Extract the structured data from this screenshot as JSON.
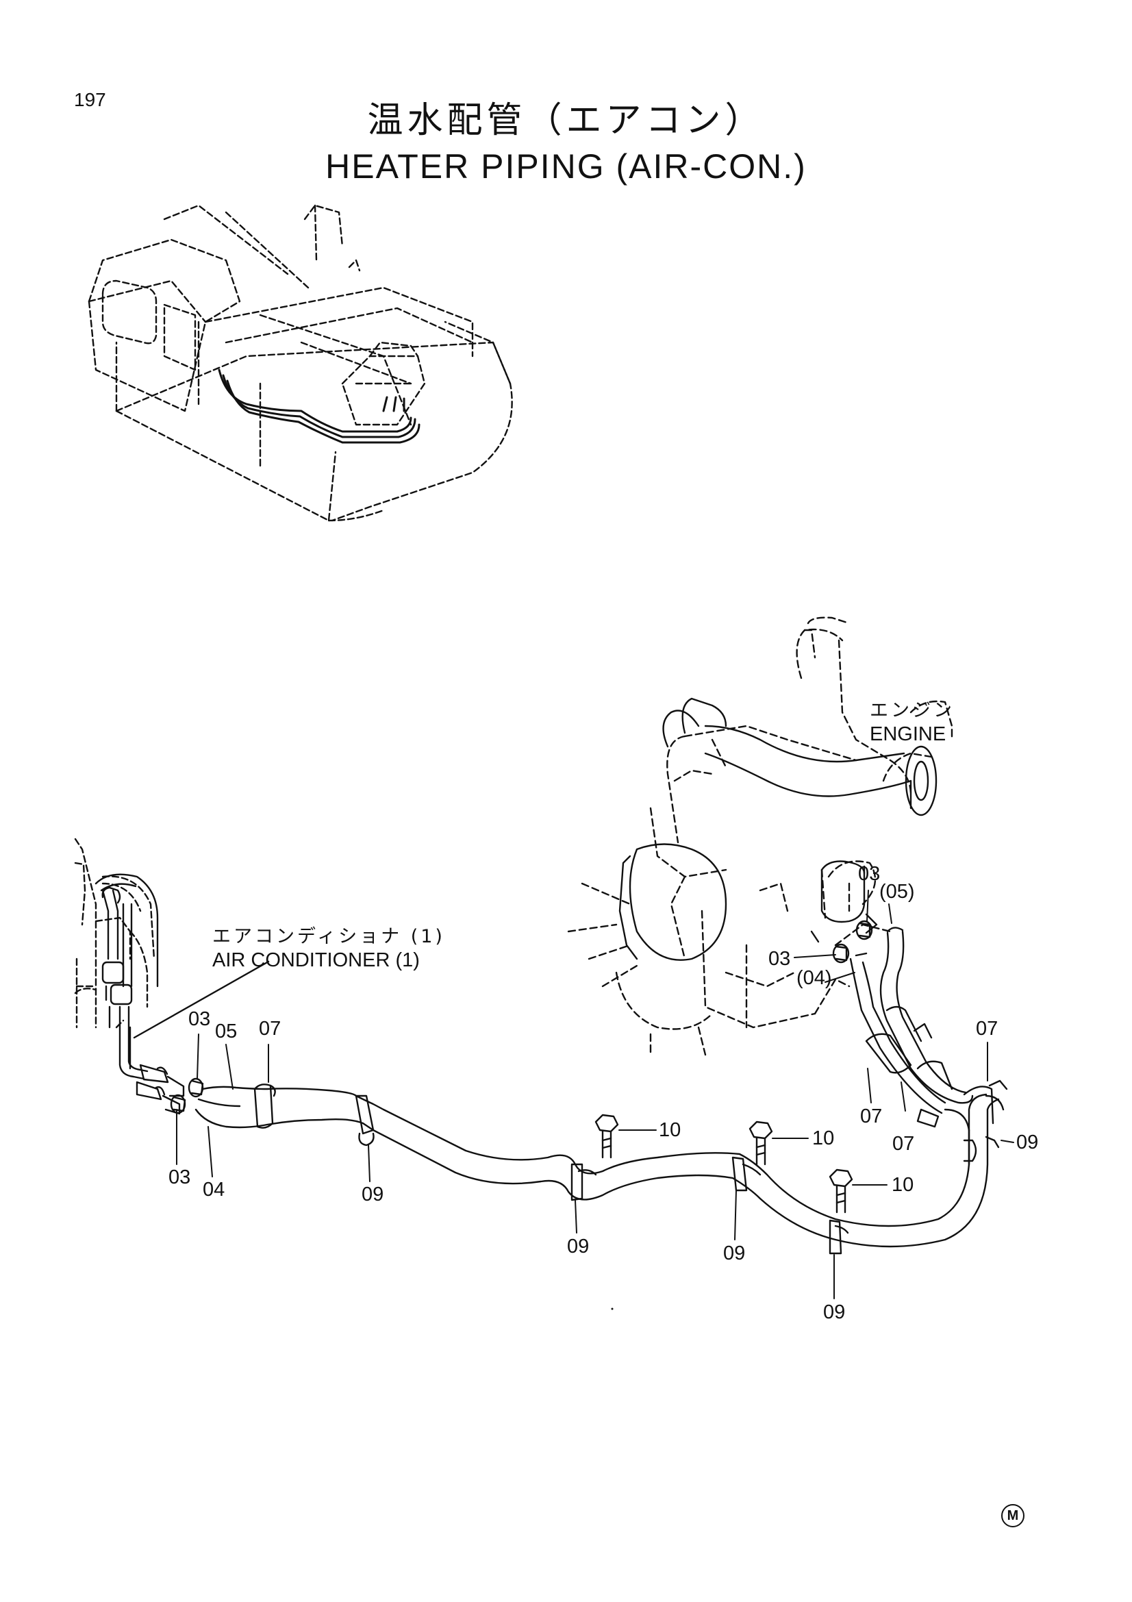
{
  "page": {
    "number": "197",
    "title_jp": "温水配管（エアコン）",
    "title_en": "HEATER PIPING (AIR-CON.)"
  },
  "labels": {
    "engine_jp": "エンジン",
    "engine_en": "ENGINE",
    "aircon_jp": "エアコンディショナ (1)",
    "aircon_en": "AIR CONDITIONER (1)"
  },
  "callouts": {
    "c03_top": "03",
    "c05_top": "(05)",
    "c03_mid": "03",
    "c04_mid": "(04)",
    "c07_right": "07",
    "c03_left": "03",
    "c05_left": "05",
    "c07_left": "07",
    "c03_bottom": "03",
    "c04_bottom": "04",
    "c09_a": "09",
    "c10_a": "10",
    "c10_b": "10",
    "c10_c": "10",
    "c09_b": "09",
    "c09_c": "09",
    "c09_d": "09",
    "c07_b": "07",
    "c07_c": "07",
    "c09_right": "09"
  },
  "footer": {
    "mark": "M"
  }
}
